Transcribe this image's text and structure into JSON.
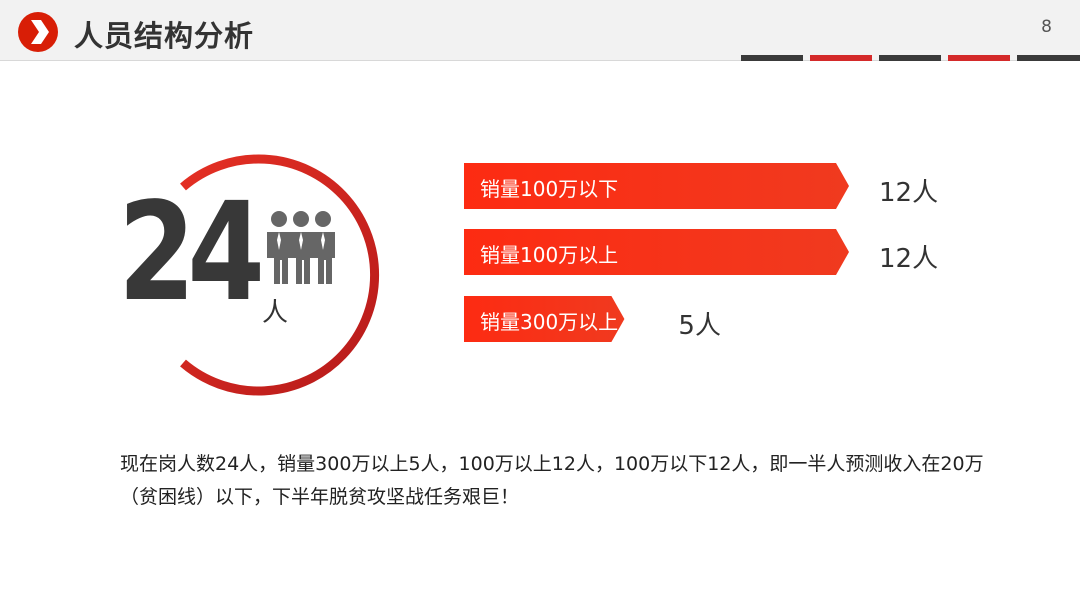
{
  "header": {
    "title": "人员结构分析",
    "page_number": "8",
    "colors": {
      "accent": "#d81e06",
      "dark": "#333333",
      "stripe_dark": "#3a3a3a",
      "stripe_red": "#d42a2a"
    }
  },
  "summary": {
    "total": "24",
    "unit": "人",
    "icon": "people-group-icon",
    "ring_color_start": "#e02020",
    "ring_color_end": "#b01818"
  },
  "chart_data": {
    "type": "bar",
    "orientation": "horizontal",
    "categories": [
      "销量100万以下",
      "销量100万以上",
      "销量300万以上"
    ],
    "values": [
      12,
      12,
      5
    ],
    "value_labels": [
      "12人",
      "12人",
      "5人"
    ],
    "bar_color_start": "#fd2b12",
    "bar_color_end": "#f03a1f"
  },
  "description": "现在岗人数24人，销量300万以上5人，100万以上12人，100万以下12人，即一半人预测收入在20万（贫困线）以下，下半年脱贫攻坚战任务艰巨！"
}
